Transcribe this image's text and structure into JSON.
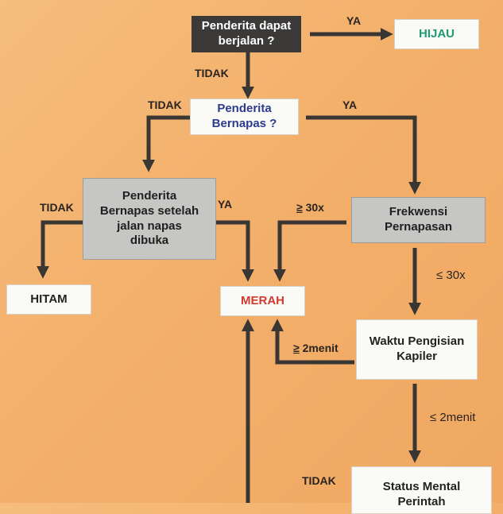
{
  "colors": {
    "background": "#f4b470",
    "arrow": "#3a3634",
    "hijau": "#1f9a72",
    "merah": "#d23a2e",
    "question_dark_text": "#2c3b8c"
  },
  "nodes": {
    "q_walk": "Penderita dapat\nberjalan ?",
    "hijau": "HIJAU",
    "q_breath": "Penderita\nBernapas ?",
    "q_airway": "Penderita\nBernapas setelah\njalan napas\ndibuka",
    "freq": "Frekwensi\nPernapasan",
    "hitam": "HITAM",
    "merah": "MERAH",
    "capillary": "Waktu Pengisian\nKapiler",
    "mental": "Status Mental\nPerintah"
  },
  "labels": {
    "ya_1": "YA",
    "tidak_1": "TIDAK",
    "tidak_2": "TIDAK",
    "ya_2": "YA",
    "tidak_3": "TIDAK",
    "ya_3": "YA",
    "ge30_sym": "≥",
    "ge30_text": " 30x",
    "le30": "≤ 30x",
    "ge2_sym": "≥",
    "ge2_text": " 2menit",
    "le2": "≤ 2menit",
    "tidak_4": "TIDAK"
  }
}
